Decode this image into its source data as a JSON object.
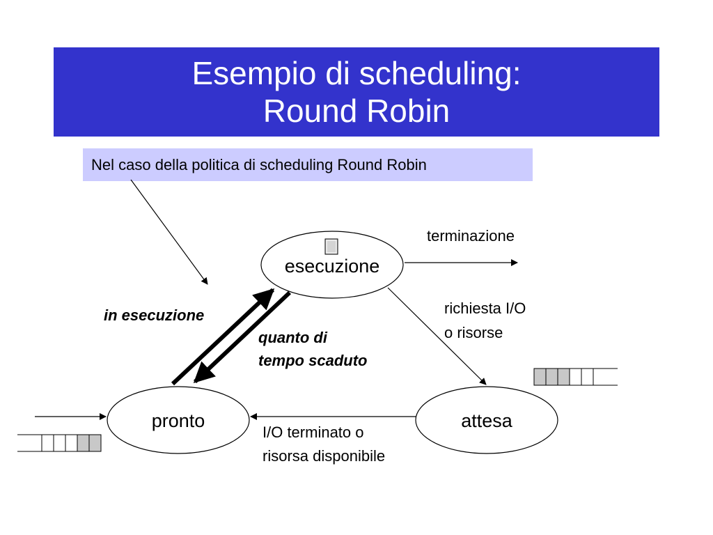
{
  "slide": {
    "title_line1": "Esempio di scheduling:",
    "title_line2": "Round Robin",
    "callout": "Nel caso della politica di scheduling Round Robin"
  },
  "states": {
    "running": "esecuzione",
    "ready": "pronto",
    "waiting": "attesa"
  },
  "transitions": {
    "termination": "terminazione",
    "request_line1": "richiesta I/O",
    "request_line2": "o risorse",
    "completed_line1": "I/O terminato o",
    "completed_line2": "risorsa disponibile",
    "dispatch": "in esecuzione",
    "timeout_line1": "quanto di",
    "timeout_line2": "tempo scaduto"
  },
  "colors": {
    "title_background": "#3333cc",
    "callout_background": "#ccccff",
    "queue_filled": "#c8c8c8"
  }
}
